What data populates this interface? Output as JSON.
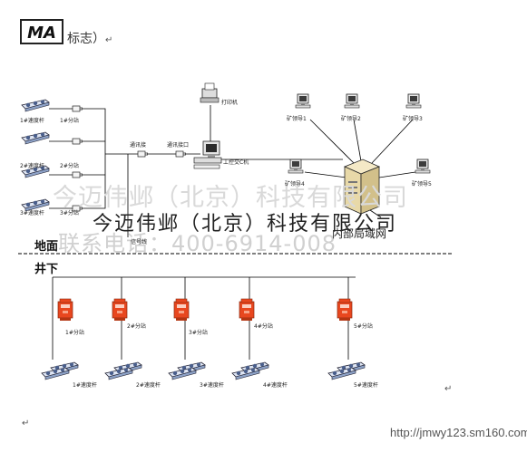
{
  "header": {
    "logo_text": "MA",
    "heading": "标志）",
    "return_mark": "↵"
  },
  "regions": {
    "surface": "地面",
    "underground": "井下"
  },
  "surface": {
    "printer": "打印机",
    "workstation": "工控交C机",
    "intranet": "内部局域网",
    "sensors": [
      {
        "sensor": "1#速度杆",
        "station": "1#分站"
      },
      {
        "sensor": "2#速度杆",
        "station": "2#分站"
      },
      {
        "sensor": "3#速度杆",
        "station": "3#分站"
      }
    ],
    "interfaces": [
      "通讯接",
      "通讯接口"
    ],
    "clients": [
      "矿领导1",
      "矿领导2",
      "矿领导3",
      "矿领导4",
      "矿领导5"
    ]
  },
  "underground": {
    "trunk": "信号线",
    "stations": [
      {
        "station": "1#分站",
        "sensor": "1#速度杆"
      },
      {
        "station": "2#分站",
        "sensor": "2#速度杆"
      },
      {
        "station": "3#分站",
        "sensor": "3#速度杆"
      },
      {
        "station": "4#分站",
        "sensor": "4#速度杆"
      },
      {
        "station": "5#分站",
        "sensor": "5#速度杆"
      }
    ]
  },
  "watermarks": {
    "line1": "今迈伟邺（北京）科技有限公司",
    "line2": "今迈伟邺（北京）科技有限公司",
    "line3": "联系电话：400-6914-008",
    "url": "http://jmwy123.sm160.com"
  },
  "colors": {
    "station_red": "#e8471f",
    "line": "#000000",
    "watermark_gray": "#d9d9d9"
  }
}
